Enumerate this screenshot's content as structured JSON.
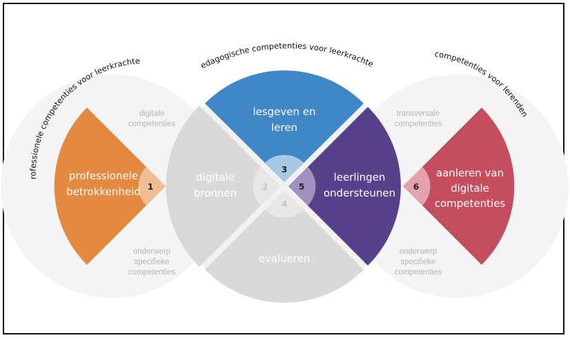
{
  "arc_titles": {
    "left": "professionele competenties voor leerkrachten",
    "center": "pedagogische competenties voor leerkrachten",
    "right": "competenties voor lerenden"
  },
  "left_circle": {
    "ghost_top": [
      "digitale",
      "competenties"
    ],
    "ghost_bottom": [
      "onderwerp",
      "specifieke",
      "competenties"
    ],
    "segment": {
      "label": [
        "professionele",
        "betrokkenheid"
      ],
      "number": "1",
      "color": "#e38940"
    }
  },
  "center_circle": {
    "top": {
      "label": [
        "lesgeven en",
        "leren"
      ],
      "number": "3",
      "color": "#3f87c6"
    },
    "left": {
      "label": [
        "digitale",
        "bronnen"
      ],
      "number": "2",
      "color": "#d9d9d9"
    },
    "right": {
      "label": [
        "leerlingen",
        "ondersteunen"
      ],
      "number": "5",
      "color": "#57418a"
    },
    "bottom": {
      "label": [
        "evalueren"
      ],
      "number": "4",
      "color": "#d9d9d9"
    }
  },
  "right_circle": {
    "ghost_top": [
      "transversale",
      "competenties"
    ],
    "ghost_bottom": [
      "onderwerp",
      "specifieke",
      "competenties"
    ],
    "segment": {
      "label": [
        "aanleren van",
        "digitale",
        "competenties"
      ],
      "number": "6",
      "color": "#c44d5e"
    }
  }
}
